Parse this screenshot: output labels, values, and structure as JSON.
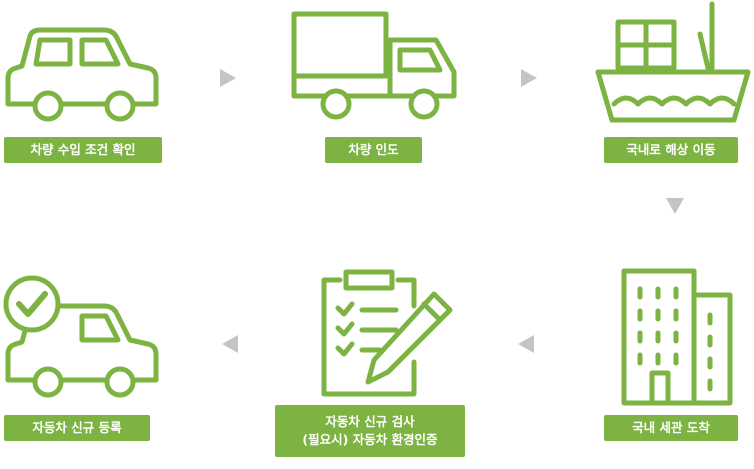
{
  "steps": [
    {
      "label": "차량 수입 조건 확인"
    },
    {
      "label": "차량 인도"
    },
    {
      "label": "국내로 해상 이동"
    },
    {
      "label": "국내 세관 도착"
    },
    {
      "label_line1": "자동차 신규 검사",
      "label_line2": "(필요시) 자동차 환경인증"
    },
    {
      "label": "자동차 신규 등록"
    }
  ],
  "colors": {
    "accent": "#7cb342",
    "arrow": "#c4c4c4"
  }
}
